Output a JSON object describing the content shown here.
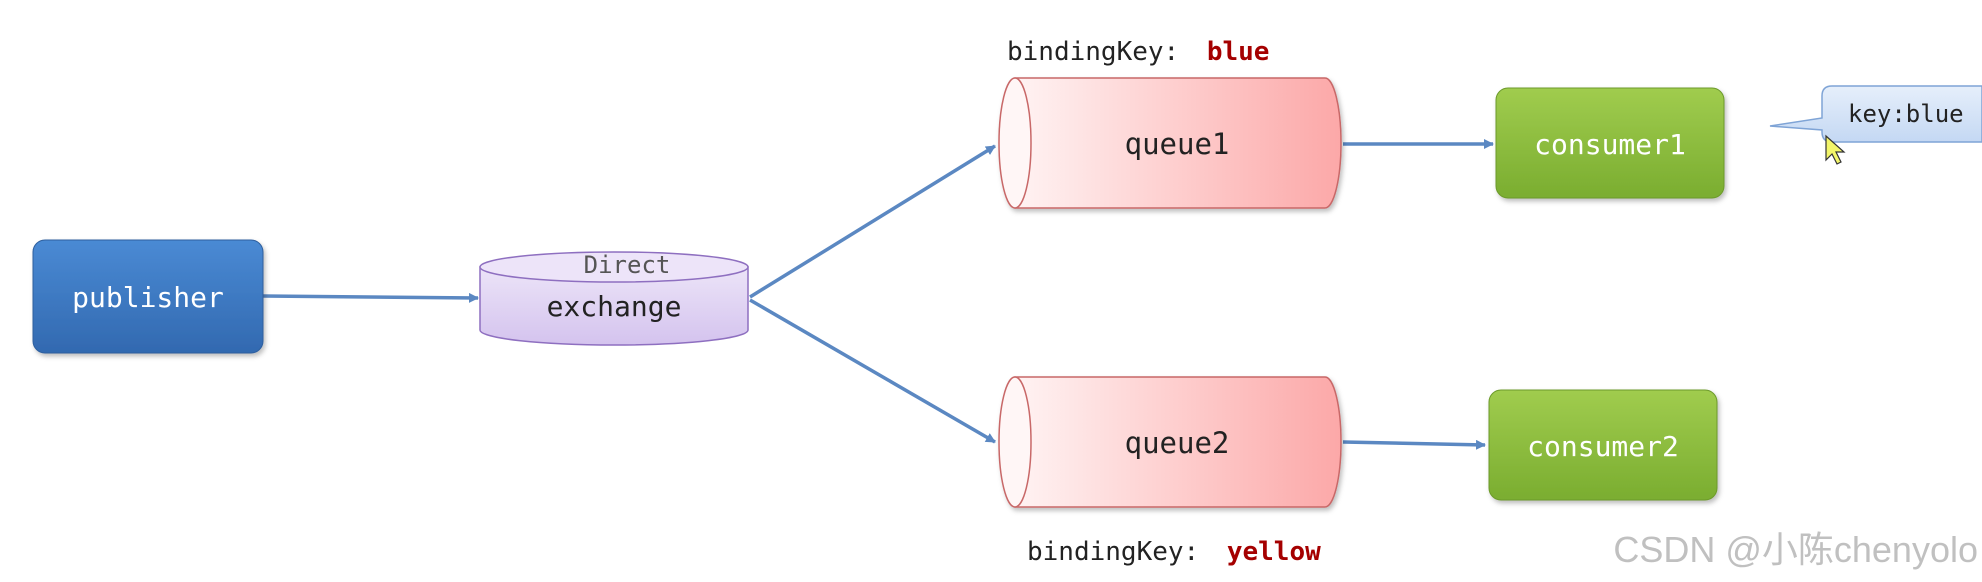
{
  "nodes": {
    "publisher": {
      "label": "publisher"
    },
    "exchange": {
      "type_label": "Direct",
      "label": "exchange"
    },
    "queue1": {
      "label": "queue1"
    },
    "queue2": {
      "label": "queue2"
    },
    "consumer1": {
      "label": "consumer1"
    },
    "consumer2": {
      "label": "consumer2"
    }
  },
  "bindings": {
    "queue1": {
      "prefix": "bindingKey:",
      "key": "blue"
    },
    "queue2": {
      "prefix": "bindingKey:",
      "key": "yellow"
    }
  },
  "callout": {
    "label": "key:blue"
  },
  "watermark": {
    "text": "CSDN @小陈chenyolo"
  },
  "colors": {
    "publisher_fill": "#3d79c2",
    "exchange_fill": "#e0d3f2",
    "queue_fill": "#fdb7b7",
    "consumer_fill": "#8cbd3c",
    "arrow": "#5b88c2",
    "binding_key": "#a50000",
    "callout_fill": "#cfe0f7"
  }
}
